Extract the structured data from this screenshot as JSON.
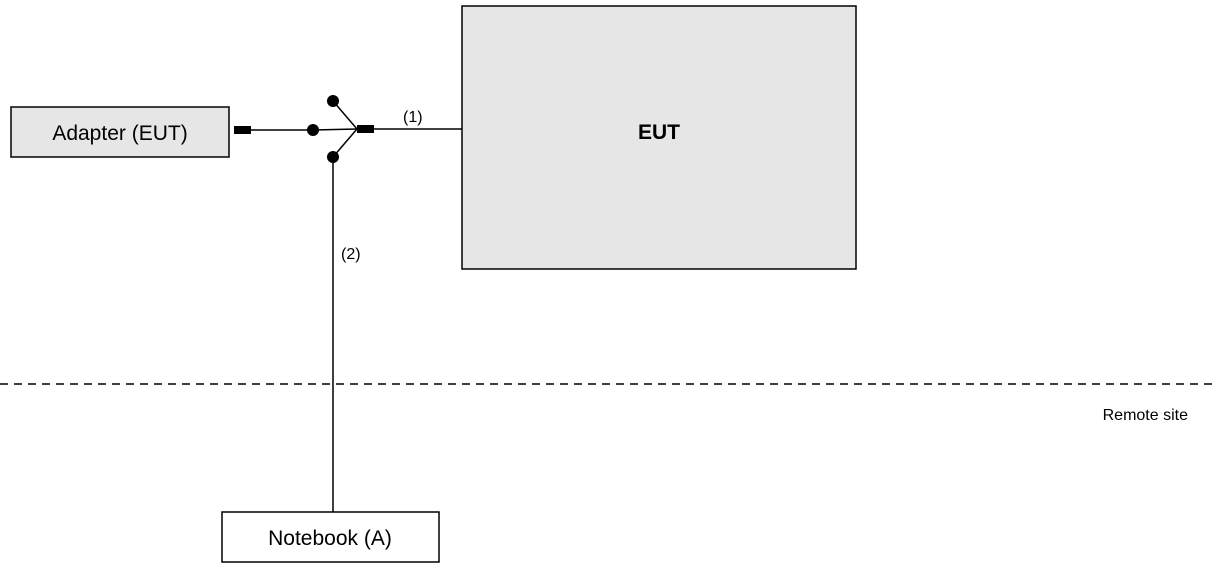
{
  "boxes": {
    "adapter": {
      "label": "Adapter (EUT)",
      "fill": "#e6e6e6"
    },
    "eut": {
      "label": "EUT",
      "fill": "#e6e6e6"
    },
    "notebook": {
      "label": "Notebook (A)",
      "fill": "#ffffff"
    }
  },
  "cables": {
    "cable1": "(1)",
    "cable2": "(2)"
  },
  "zones": {
    "remote_site": "Remote site"
  },
  "colors": {
    "stroke": "#000000",
    "shaded_box": "#e6e6e6"
  }
}
